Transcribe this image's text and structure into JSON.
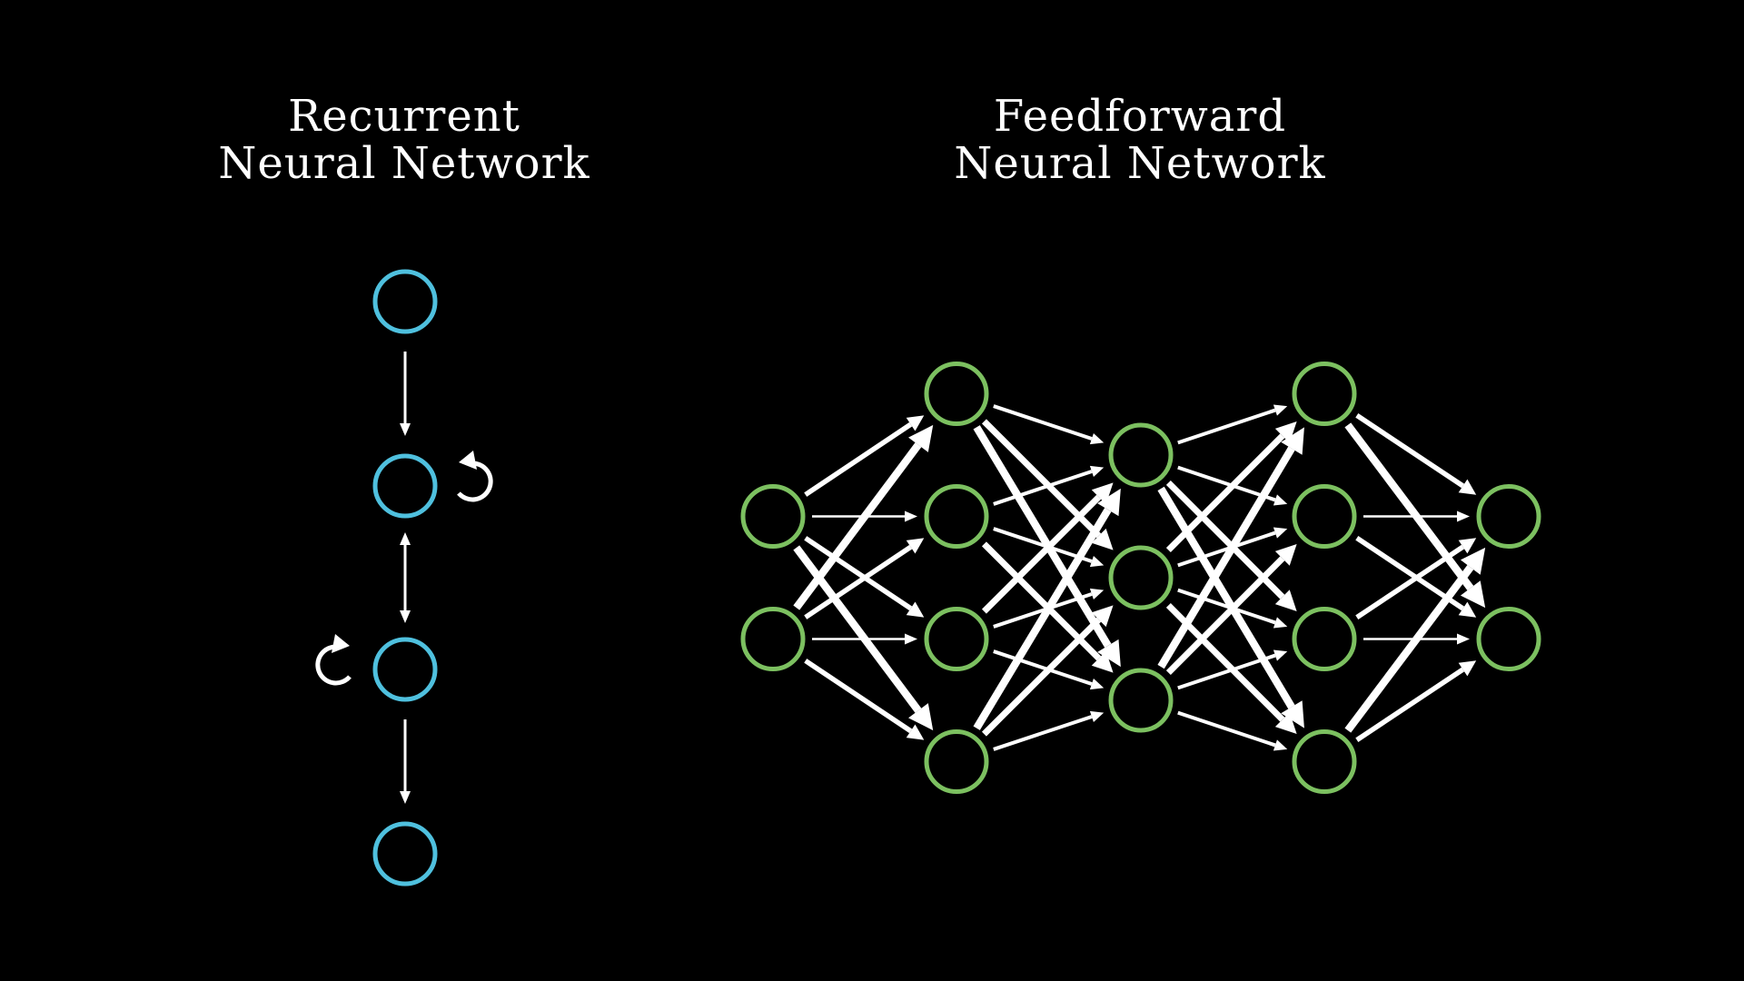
{
  "rnn": {
    "title_line1": "Recurrent",
    "title_line2": "Neural Network",
    "node_color": "#4fc0de",
    "node_count": 4,
    "connections": [
      {
        "from": 0,
        "to": 1,
        "type": "forward"
      },
      {
        "from": 1,
        "to": 2,
        "type": "bidirectional"
      },
      {
        "from": 2,
        "to": 3,
        "type": "forward"
      }
    ],
    "self_loops": [
      {
        "node": 1,
        "side": "right",
        "icon": "loop-arrow-icon"
      },
      {
        "node": 2,
        "side": "left",
        "icon": "loop-arrow-icon"
      }
    ]
  },
  "ffn": {
    "title_line1": "Feedforward",
    "title_line2": "Neural Network",
    "node_color": "#7cc060",
    "layers": [
      2,
      4,
      3,
      4,
      2
    ],
    "connectivity": "fully-connected"
  },
  "colors": {
    "background": "#000000",
    "text": "#ffffff",
    "arrow": "#ffffff"
  }
}
